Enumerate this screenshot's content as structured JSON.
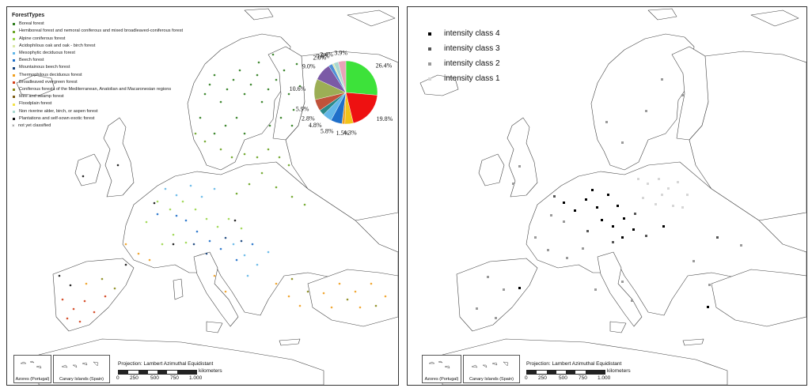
{
  "left_map": {
    "legend_title": "ForestTypes",
    "legend": [
      {
        "label": "Boreal forest",
        "color": "#2e7d1e"
      },
      {
        "label": "Hemiboreal forest and nemoral coniferous and mixed broadleaved-coniferous forest",
        "color": "#6aa424"
      },
      {
        "label": "Alpine coniferous forest",
        "color": "#9bd64b"
      },
      {
        "label": "Acidophilous oak and oak - birch forest",
        "color": "#d9e8a6"
      },
      {
        "label": "Mesophytic deciduous forest",
        "color": "#63b7e8"
      },
      {
        "label": "Beech forest",
        "color": "#1f6fc9"
      },
      {
        "label": "Mountainous beech forest",
        "color": "#14407a"
      },
      {
        "label": "Thermophilous deciduous forest",
        "color": "#f0a020"
      },
      {
        "label": "Broadleaved evergreen forest",
        "color": "#d3401a"
      },
      {
        "label": "Coniferous forests of the Mediterranean, Anatolian and Macaronesian regions",
        "color": "#8a8a1a"
      },
      {
        "label": "Mire and swamp forest",
        "color": "#7a5a12"
      },
      {
        "label": "Floodplain forest",
        "color": "#f2e24a"
      },
      {
        "label": "Non riverine alder, birch, or aspen forest",
        "color": "#a9d8d0"
      },
      {
        "label": "Plantations and self-sown exotic forest",
        "color": "#111111"
      },
      {
        "label": "not yet classified",
        "color": "#555555",
        "marker": "×"
      }
    ],
    "insets": [
      {
        "label": "Azores (Portugal)"
      },
      {
        "label": "Canary Islands (Spain)"
      }
    ],
    "projection": "Projection:  Lambert Azimuthal Equidistant",
    "scale_unit": "kilometers",
    "scale_ticks": [
      "0",
      "250",
      "500",
      "750",
      "1.000"
    ]
  },
  "right_map": {
    "legend": [
      {
        "label": "intensity class 4",
        "color": "#000000"
      },
      {
        "label": "intensity class 3",
        "color": "#555555"
      },
      {
        "label": "intensity class 2",
        "color": "#9a9a9a"
      },
      {
        "label": "intensity class 1",
        "color": "#d6d6d6"
      }
    ],
    "insets": [
      {
        "label": "Azores (Portugal)"
      },
      {
        "label": "Canary Islands (Spain)"
      }
    ],
    "projection": "Projection:  Lambert Azimuthal Equidistant",
    "scale_unit": "kilometers",
    "scale_ticks": [
      "0",
      "250",
      "500",
      "750",
      "1.000"
    ]
  },
  "chart_data": {
    "type": "pie",
    "slices": [
      {
        "value": 26.4,
        "label": "26.4%",
        "color": "#3de23a"
      },
      {
        "value": 19.8,
        "label": "19.8%",
        "color": "#ee1111"
      },
      {
        "value": 4.3,
        "label": "4.3%",
        "color": "#f2c319"
      },
      {
        "value": 1.5,
        "label": "1.5%",
        "color": "#f0a020"
      },
      {
        "value": 5.8,
        "label": "5.8%",
        "color": "#1f6fc9"
      },
      {
        "value": 4.8,
        "label": "4.8%",
        "color": "#63b7e8"
      },
      {
        "value": 2.8,
        "label": "2.8%",
        "color": "#2a8a8a"
      },
      {
        "value": 5.9,
        "label": "5.9%",
        "color": "#c0523a"
      },
      {
        "value": 10.6,
        "label": "10.6%",
        "color": "#9cae55"
      },
      {
        "value": 9.0,
        "label": "9.0%",
        "color": "#7b5aa6"
      },
      {
        "value": 2.0,
        "label": "2.0%",
        "color": "#4e8fd6"
      },
      {
        "value": 0.8,
        "label": "0.8%",
        "color": "#d9e8a6"
      },
      {
        "value": 2.4,
        "label": "2.4%",
        "color": "#a9d8d0"
      },
      {
        "value": 3.9,
        "label": "3.9%",
        "color": "#e8a3b8"
      }
    ]
  }
}
